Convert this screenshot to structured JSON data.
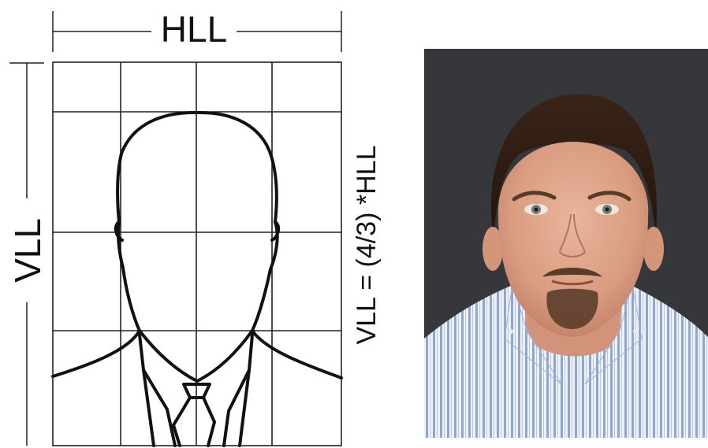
{
  "diagram": {
    "horizontal_label": "HLL",
    "vertical_label": "VLL",
    "formula_label": "VLL = (4/3) *HLL",
    "grid": {
      "columns": 4,
      "rows": 4
    },
    "line_color": "#111111",
    "grid_color": "#222222"
  },
  "photo": {
    "subject": "passport-style portrait photo of a man",
    "background_color": "#3a3b3f",
    "shirt_pattern": "blue and white vertical stripes"
  }
}
